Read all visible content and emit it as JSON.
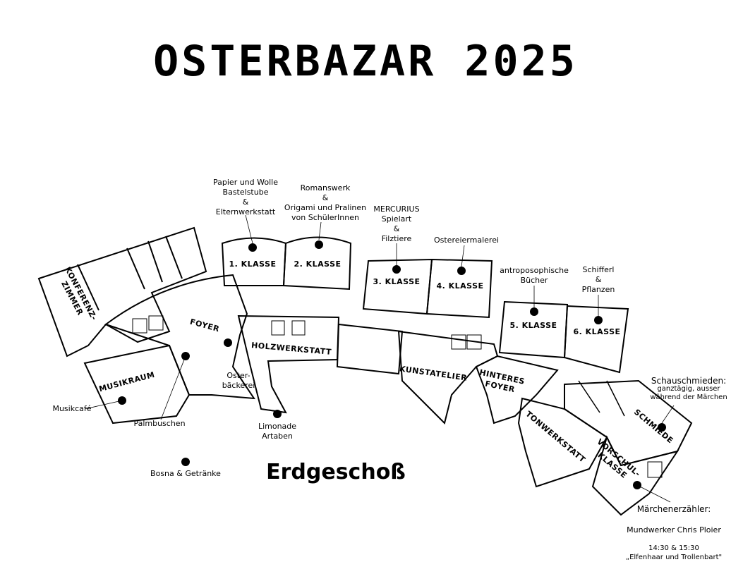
{
  "title": "OSTERBAZAR 2025",
  "floor": "Erdgeschoß",
  "rooms": {
    "k1": "1. KLASSE",
    "k2": "2. KLASSE",
    "k3": "3. KLASSE",
    "k4": "4. KLASSE",
    "k5": "5. KLASSE",
    "k6": "6. KLASSE",
    "konferenz": [
      "KONFERENZ-",
      "ZIMMER"
    ],
    "foyer": "FOYER",
    "holz": "HOLZWERKSTATT",
    "kunst": "KUNSTATELIER",
    "hinteres": [
      "HINTERES",
      "FOYER"
    ],
    "musik": "MUSIKRAUM",
    "ton": "TONWERKSTATT",
    "schmiede": "SCHMIEDE",
    "vorschul": [
      "VORSCHUL-",
      "KLASSE"
    ]
  },
  "stands": {
    "papier": [
      "Papier und Wolle",
      "Bastelstube",
      "&",
      "Elternwerkstatt"
    ],
    "romans": [
      "Romanswerk",
      "&",
      "Origami und Pralinen",
      "von SchülerInnen"
    ],
    "mercurius": [
      "MERCURIUS",
      "Spielart",
      "&",
      "Filztiere"
    ],
    "osterei": "Ostereiermalerei",
    "antro": [
      "antroposophische",
      "Bücher"
    ],
    "schifferl": [
      "Schifferl",
      "&",
      "Pflanzen"
    ],
    "baeckerei": [
      "Oster-",
      "bäckerei"
    ],
    "limonade": [
      "Limonade",
      "Artaben"
    ],
    "musikcafe": "Musikcafé",
    "palm": "Palmbuschen",
    "bosna": "Bosna & Getränke",
    "schau": [
      "Schauschmieden:",
      "ganztägig, ausser",
      "während der Märchen"
    ],
    "maerchen": [
      "Märchenerzähler:",
      "Mundwerker Chris Ploier",
      "14:30 & 15:30",
      "„Elfenhaar und Trollenbart\""
    ]
  }
}
